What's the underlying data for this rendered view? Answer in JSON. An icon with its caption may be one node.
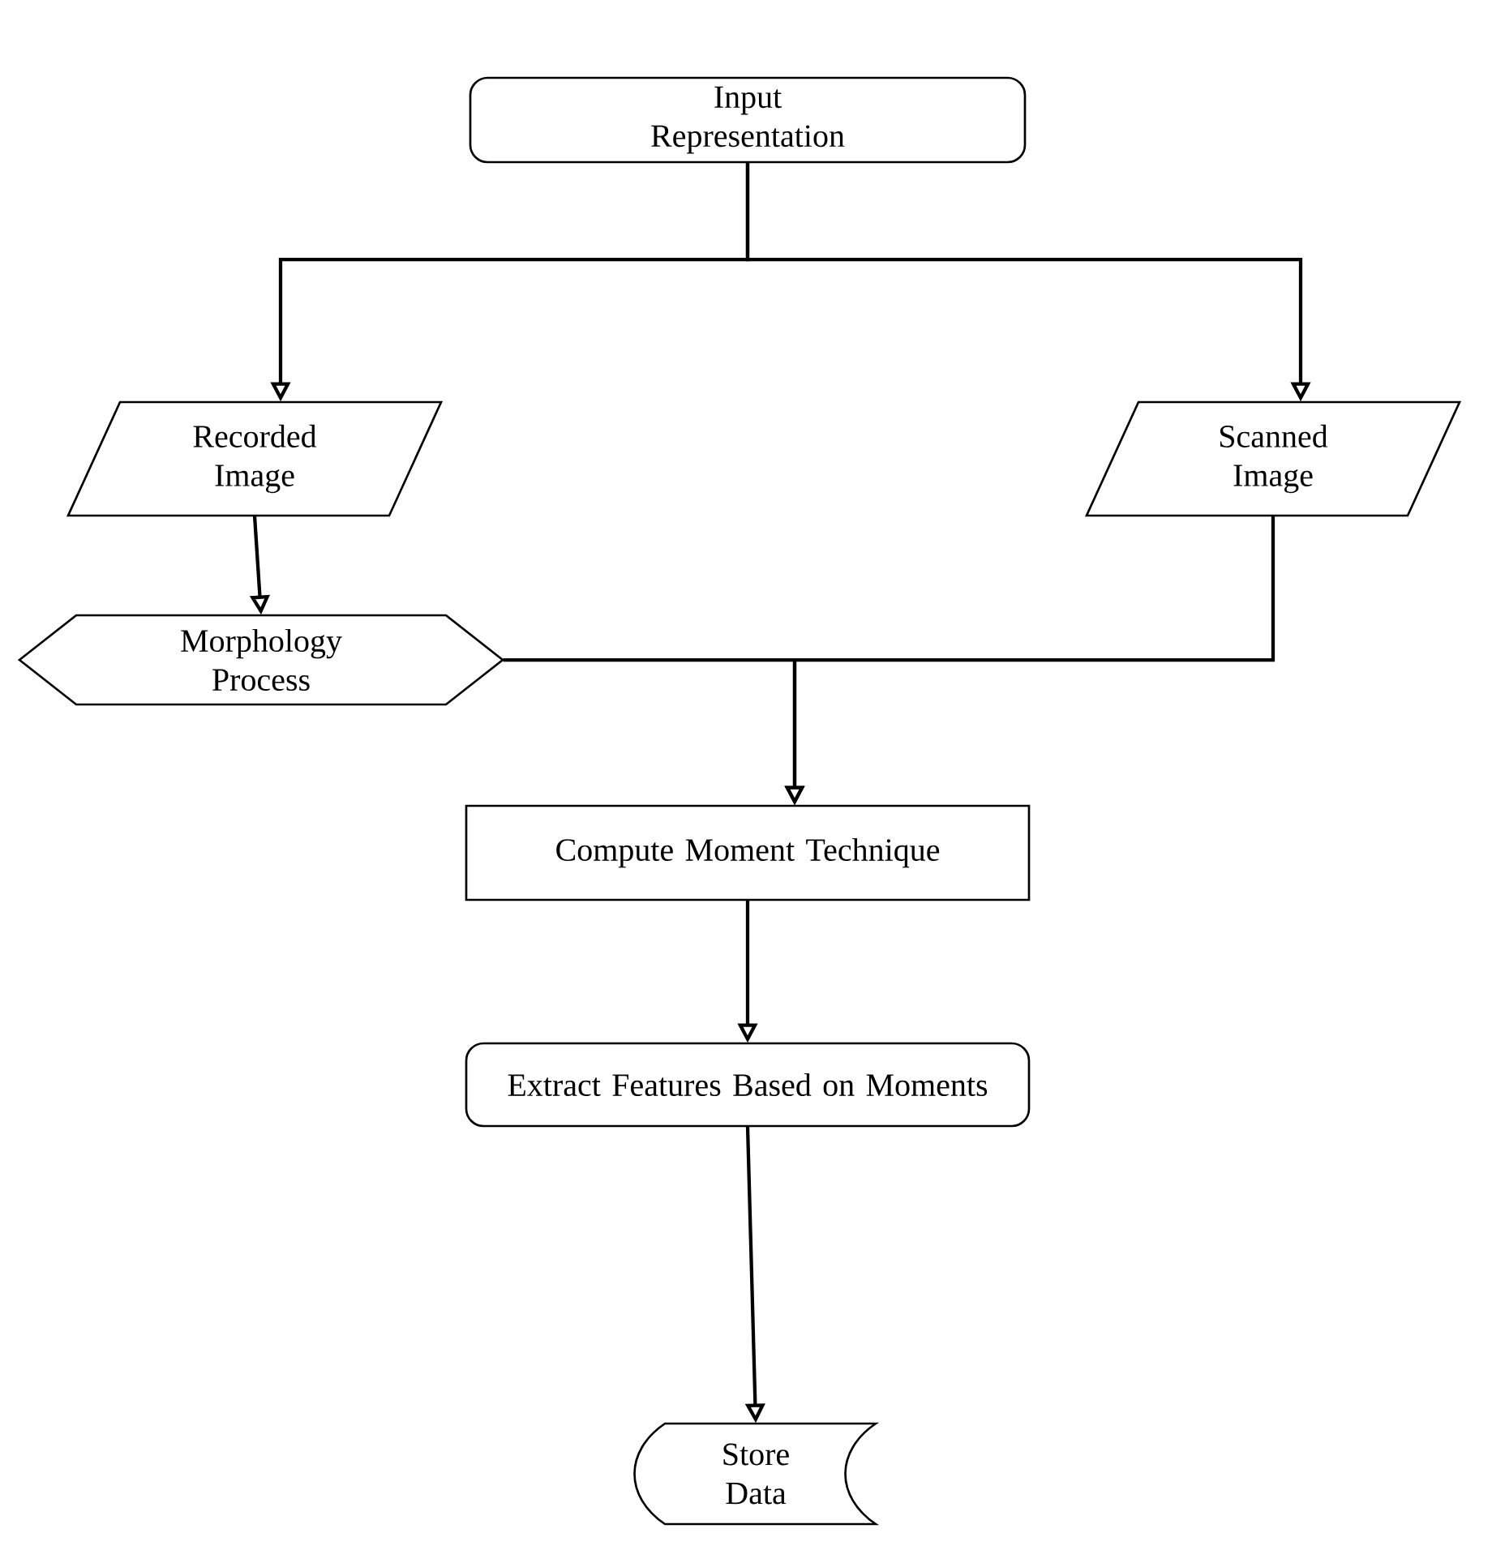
{
  "diagram": {
    "nodes": [
      {
        "text": [
          "Input Representation"
        ]
      },
      {
        "text": [
          "Recorded Image"
        ]
      },
      {
        "text": [
          "Scanned Image"
        ]
      },
      {
        "text": [
          "Morphology Process"
        ]
      },
      {
        "text": [
          "Compute Moment Technique"
        ]
      },
      {
        "text": [
          "Extract Features Based on Moments"
        ]
      },
      {
        "text": [
          "Store Data"
        ]
      }
    ],
    "edges": [
      {
        "from": 0,
        "to": 1,
        "arrow": "to"
      },
      {
        "from": 0,
        "to": 2,
        "arrow": "to"
      },
      {
        "from": 1,
        "to": 3,
        "arrow": "to"
      },
      {
        "from": 3,
        "to": 4,
        "arrow": "to"
      },
      {
        "from": 2,
        "to": 4,
        "arrow": "to"
      },
      {
        "from": 4,
        "to": 5,
        "arrow": "to"
      },
      {
        "from": 5,
        "to": 6,
        "arrow": "to"
      }
    ]
  }
}
